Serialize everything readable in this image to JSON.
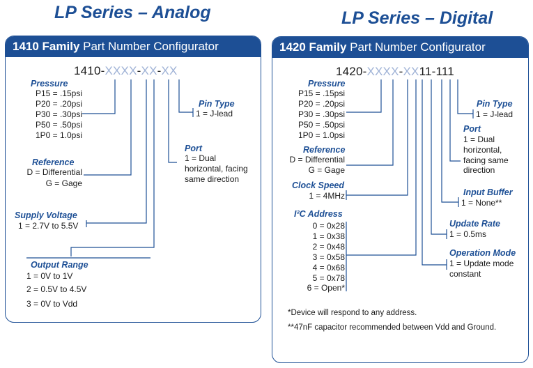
{
  "analog": {
    "series_title": "LP Series – Analog",
    "header_bold": "1410 Family",
    "header_rest": " Part Number Configurator",
    "part": {
      "prefix": "1410-",
      "seg1": "XXX",
      "sep1": "X",
      "dash1": "-",
      "seg2": "XX",
      "dash2": "-",
      "seg3": "XX"
    },
    "pressure": {
      "heading": "Pressure",
      "items": [
        "P15 = .15psi",
        "P20 = .20psi",
        "P30 = .30psi",
        "P50 = .50psi",
        "1P0 = 1.0psi"
      ]
    },
    "reference": {
      "heading": "Reference",
      "items": [
        "D = Differential",
        "G = Gage"
      ]
    },
    "supply_voltage": {
      "heading": "Supply Voltage",
      "items": [
        "1 = 2.7V to 5.5V"
      ]
    },
    "output_range": {
      "heading": "Output Range",
      "items": [
        "1 = 0V to 1V",
        "2 = 0.5V to 4.5V",
        "3 = 0V to Vdd"
      ]
    },
    "pin_type": {
      "heading": "Pin Type",
      "items": [
        "1 = J-lead"
      ]
    },
    "port": {
      "heading": "Port",
      "items": [
        "1 = Dual",
        "horizontal, facing",
        "same direction"
      ]
    }
  },
  "digital": {
    "series_title": "LP Series – Digital",
    "header_bold": "1420 Family",
    "header_rest": " Part Number Configurator",
    "part": {
      "prefix": "1420-",
      "seg1": "XXXX",
      "dash1": "-",
      "seg2": "XX",
      "tail": "11-111"
    },
    "pressure": {
      "heading": "Pressure",
      "items": [
        "P15 = .15psi",
        "P20 = .20psi",
        "P30 = .30psi",
        "P50 = .50psi",
        "1P0 = 1.0psi"
      ]
    },
    "reference": {
      "heading": "Reference",
      "items": [
        "D = Differential",
        "G = Gage"
      ]
    },
    "clock_speed": {
      "heading": "Clock Speed",
      "items": [
        "1 = 4MHz"
      ]
    },
    "i2c_address": {
      "heading": "I²C Address",
      "items": [
        "0 = 0x28",
        "1 = 0x38",
        "2 = 0x48",
        "3 = 0x58",
        "4 = 0x68",
        "5 = 0x78",
        "6 = Open*"
      ]
    },
    "pin_type": {
      "heading": "Pin Type",
      "items": [
        "1 = J-lead"
      ]
    },
    "port": {
      "heading": "Port",
      "items": [
        "1 = Dual",
        "horizontal,",
        "facing same",
        "direction"
      ]
    },
    "input_buffer": {
      "heading": "Input Buffer",
      "items": [
        "1 = None**"
      ]
    },
    "update_rate": {
      "heading": "Update Rate",
      "items": [
        "1 = 0.5ms"
      ]
    },
    "operation_mode": {
      "heading": "Operation Mode",
      "items": [
        "1 = Update mode",
        "constant"
      ]
    },
    "footnotes": [
      "*Device will respond to any address.",
      "**47nF capacitor recommended between Vdd and Ground."
    ]
  },
  "colors": {
    "brand_blue": "#1d4f95",
    "placeholder": "#9fb2d6"
  }
}
